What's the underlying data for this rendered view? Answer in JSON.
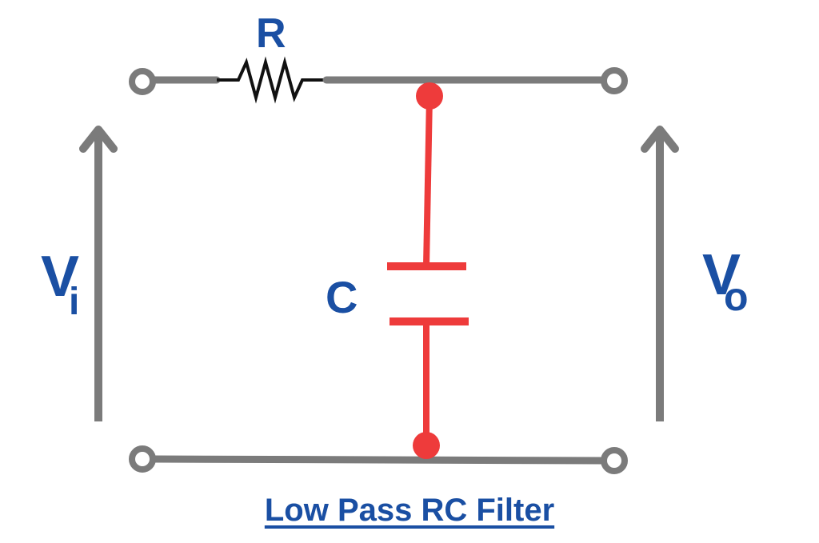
{
  "title": "Low Pass RC Filter",
  "labels": {
    "resistor": "R",
    "capacitor": "C",
    "input_voltage": "V",
    "input_voltage_sub": "i",
    "output_voltage": "V",
    "output_voltage_sub": "o"
  },
  "colors": {
    "wire": "#7b7b7b",
    "capacitor": "#ee3b3b",
    "label": "#1a4fa3",
    "resistor": "#111111",
    "background": "#ffffff"
  }
}
